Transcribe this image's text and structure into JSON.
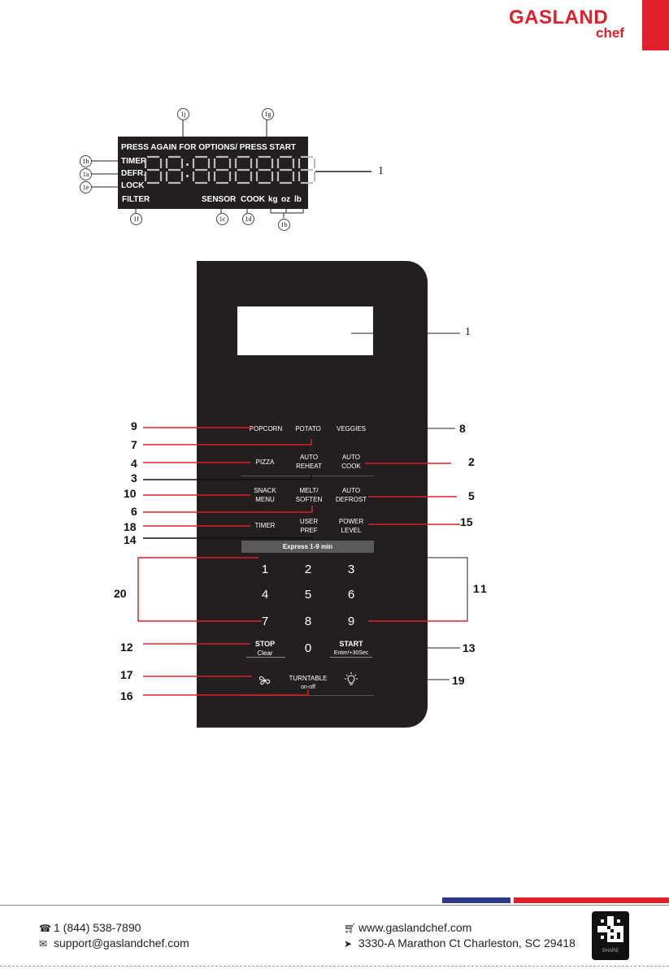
{
  "brand": {
    "name": "GASLAND",
    "sub": "chef",
    "color": "#e01f2a"
  },
  "lcd": {
    "top_label": "PRESS AGAIN FOR OPTIONS/  PRESS START",
    "timer": "TIMER",
    "defr": "DEFR.",
    "lock": "LOCK",
    "filter": "FILTER",
    "sensor": "SENSOR",
    "cook": "COOK",
    "kg": "kg",
    "oz": "oz",
    "lb": "lb",
    "figure_number": "1",
    "callouts": [
      "1j",
      "1g",
      "1h",
      "1a",
      "1e",
      "1f",
      "1c",
      "1d",
      "1b"
    ]
  },
  "panel": {
    "window_number": "1",
    "keys": {
      "popcorn": "POPCORN",
      "potato": "POTATO",
      "veggies": "VEGGIES",
      "pizza": "PIZZA",
      "auto_reheat": "AUTO\nREHEAT",
      "auto_cook": "AUTO\nCOOK",
      "snack_menu": "SNACK\nMENU",
      "melt_soften": "MELT/\nSOFTEN",
      "auto_defrost": "AUTO\nDEFROST",
      "timer": "TIMER",
      "user_pref": "USER\nPREF",
      "power_level": "POWER\nLEVEL",
      "express": "Express 1-9 min",
      "digits": [
        "1",
        "2",
        "3",
        "4",
        "5",
        "6",
        "7",
        "8",
        "9",
        "0"
      ],
      "stop": "STOP",
      "clear": "Clear",
      "start": "START",
      "enter": "Enter/+30Sec",
      "turntable": "TURNTABLE",
      "onoff": "on-off"
    },
    "labels": {
      "l9": "9",
      "l7": "7",
      "l4": "4",
      "l3": "3",
      "l10": "10",
      "l6": "6",
      "l18": "18",
      "l14": "14",
      "l20": "20",
      "l12": "12",
      "l17": "17",
      "l16": "16",
      "r8": "8",
      "r2": "2",
      "r5": "5",
      "r15": "15",
      "r11": "11",
      "r13": "13",
      "r19": "19"
    }
  },
  "footer": {
    "phone": "1 (844) 538-7890",
    "email": "support@gaslandchef.com",
    "web": "www.gaslandchef.com",
    "address": "3330-A Marathon Ct Charleston, SC 29418",
    "qr_caption": "SHARE"
  }
}
